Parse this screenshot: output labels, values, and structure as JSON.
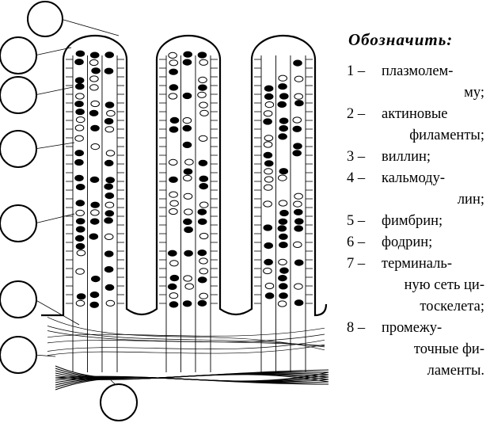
{
  "legend": {
    "title": "Обозначить:",
    "items": [
      {
        "num": "1 –",
        "lines": [
          "плазмолем-",
          "му;"
        ]
      },
      {
        "num": "2 –",
        "lines": [
          "актиновые",
          "филаменты;"
        ]
      },
      {
        "num": "3 –",
        "lines": [
          "виллин;"
        ]
      },
      {
        "num": "4 –",
        "lines": [
          "кальмоду-",
          "лин;"
        ]
      },
      {
        "num": "5 –",
        "lines": [
          "фимбрин;"
        ]
      },
      {
        "num": "6 –",
        "lines": [
          "фодрин;"
        ]
      },
      {
        "num": "7 –",
        "lines": [
          "терминаль-",
          "ную сеть ци-",
          "тоскелета;"
        ]
      },
      {
        "num": "8 –",
        "lines": [
          "промежу-",
          "точные фи-",
          "ламенты."
        ]
      }
    ]
  },
  "diagram": {
    "label_circles": 8,
    "villi": 3,
    "colors": {
      "stroke": "#000000",
      "paper": "#ffffff"
    }
  }
}
